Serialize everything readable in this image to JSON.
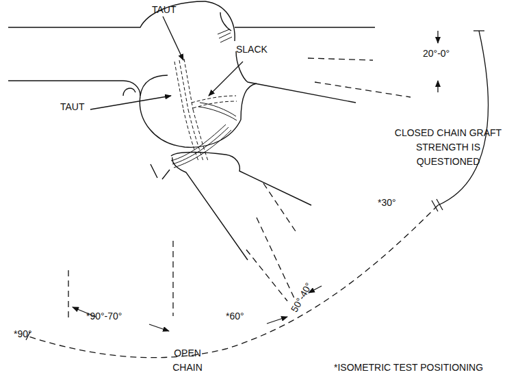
{
  "diagram": {
    "labels": [
      "TAUT",
      "SLACK",
      "TAUT",
      "20°-0°",
      "CLOSED CHAIN GRAFT STRENGTH IS QUESTIONED",
      "*30°",
      "50°-40°",
      "*60°",
      "*90°-70°",
      "*90°",
      "OPEN CHAIN",
      "*ISOMETRIC TEST POSITIONING"
    ]
  }
}
